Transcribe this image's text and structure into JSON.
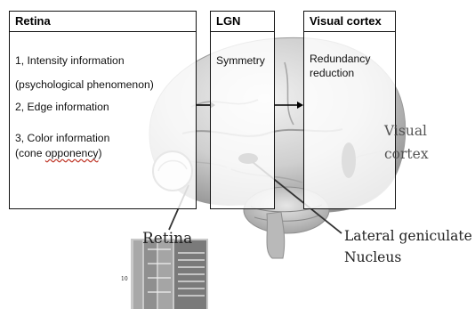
{
  "boxes": {
    "retina": {
      "title": "Retina",
      "line1": "1, Intensity information",
      "line2": "(psychological phenomenon)",
      "line3": "2, Edge information",
      "line4": "3, Color information",
      "line5_pre": "(cone ",
      "line5_word": "opponency",
      "line5_post": ")"
    },
    "lgn": {
      "title": "LGN",
      "line1": "Symmetry"
    },
    "cortex": {
      "title": "Visual cortex",
      "line1": "Redundancy",
      "line2": "reduction"
    }
  },
  "labels": {
    "retina": "Retina",
    "lgn_line1": "Lateral geniculate",
    "lgn_line2": "Nucleus",
    "visual": "Visual",
    "cortex": "cortex",
    "thumb_number": "10"
  },
  "colors": {
    "brain_base": "#cfcfcf",
    "brain_shadow": "#9a9a9a",
    "spot": "#3e3e3e",
    "box_border": "#111111"
  }
}
